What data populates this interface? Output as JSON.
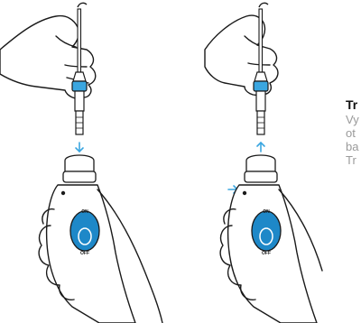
{
  "panels": [
    {
      "id": "insert",
      "arrow": "down",
      "button_on_label": "ON",
      "button_off_label": "OFF",
      "side_arrow": false
    },
    {
      "id": "remove",
      "arrow": "up",
      "button_on_label": "ON",
      "button_off_label": "OFF",
      "side_arrow": true
    }
  ],
  "caption": {
    "title": "Tr",
    "lines": [
      "Vy",
      "ot",
      "ba",
      "Tr"
    ]
  },
  "colors": {
    "accent": "#1e88c8",
    "accent_light": "#3aa6e0",
    "outline": "#1a1a1a"
  },
  "icons": [
    "arrow-down-icon",
    "arrow-up-icon",
    "arrow-right-icon"
  ]
}
